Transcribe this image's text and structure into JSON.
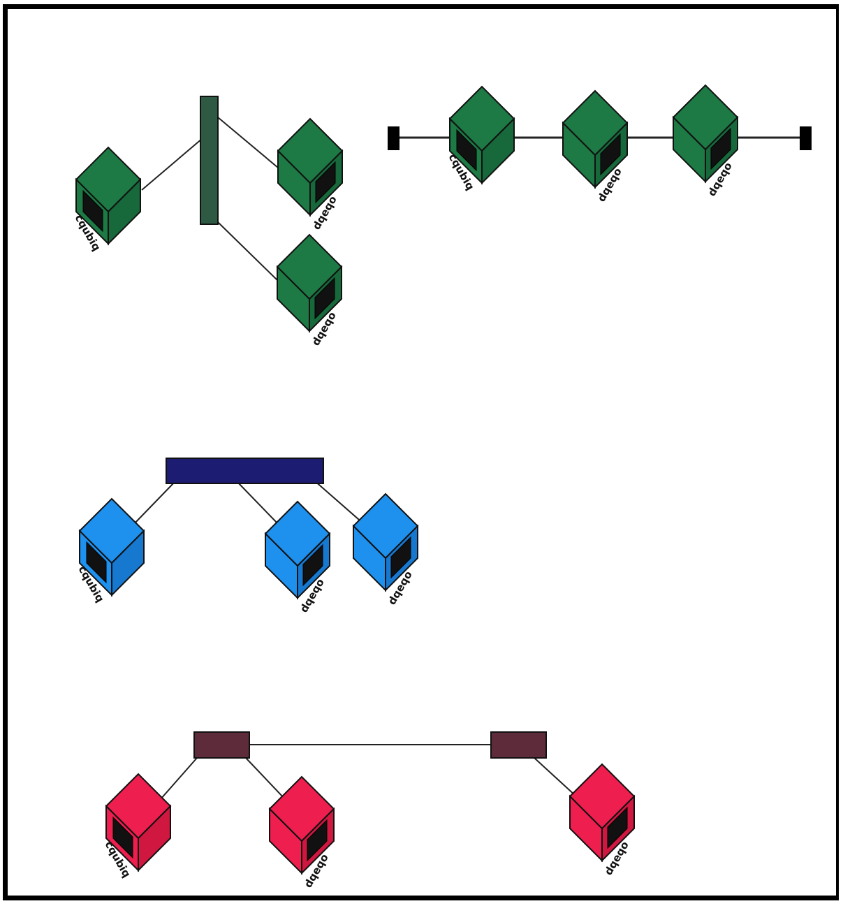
{
  "colors": {
    "green_top": "#1d7a45",
    "green_side": "#17693b",
    "blue_top": "#1e90ee",
    "blue_side": "#1778d0",
    "red_top": "#ee1e4e",
    "red_side": "#d0173f",
    "hub_green": "#2e5a43",
    "hub_blue": "#1c1c72",
    "hub_maroon": "#5e2b3a",
    "terminator": "#000000"
  },
  "networks": [
    {
      "name": "star-green",
      "color": "green",
      "hub": {
        "shape": "vertical-bar"
      },
      "nodes": [
        {
          "label": "cqubiq"
        },
        {
          "label": "dqeqo"
        },
        {
          "label": "dqeqo"
        }
      ]
    },
    {
      "name": "bus-green",
      "color": "green",
      "terminators": 2,
      "nodes": [
        {
          "label": "cqubiq"
        },
        {
          "label": "dqeqo"
        },
        {
          "label": "dqeqo"
        }
      ]
    },
    {
      "name": "star-blue",
      "color": "blue",
      "hub": {
        "shape": "horizontal-bar"
      },
      "nodes": [
        {
          "label": "cqubiq"
        },
        {
          "label": "dqeqo"
        },
        {
          "label": "dqeqo"
        }
      ]
    },
    {
      "name": "linked-red",
      "color": "red",
      "hubs": 2,
      "nodes": [
        {
          "label": "cqubiq"
        },
        {
          "label": "dqeqo"
        },
        {
          "label": "dqeqo"
        }
      ]
    }
  ]
}
